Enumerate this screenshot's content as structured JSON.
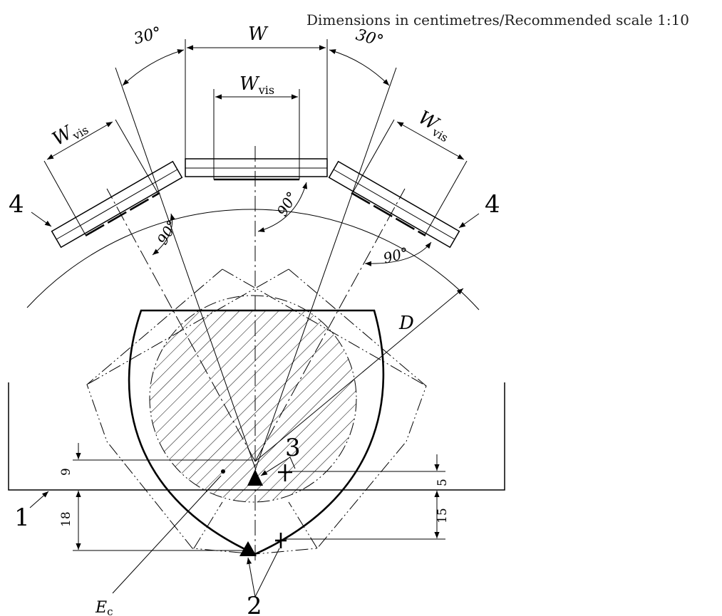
{
  "header": "Dimensions in centimetres/Recommended scale 1:10",
  "labels": {
    "angle_30_left": "30°",
    "angle_30_right": "30°",
    "width_w": "W",
    "w_vis_main": "W",
    "w_vis_sub": "vis",
    "w_vis_left_main": "W",
    "w_vis_left_sub": "vis",
    "w_vis_right_main": "W",
    "w_vis_right_sub": "vis",
    "angle_90_center": "90°",
    "angle_90_left": "90°",
    "angle_90_right": "90°",
    "diameter": "D",
    "ec_main": "E",
    "ec_sub": "c"
  },
  "callouts": {
    "ground": "1",
    "eye_points": "2",
    "eye_points_upper": "3",
    "mirror_left": "4",
    "mirror_right": "4"
  },
  "dimensions": {
    "left_upper": "9",
    "left_lower": "18",
    "right_upper": "5",
    "right_lower": "15"
  }
}
